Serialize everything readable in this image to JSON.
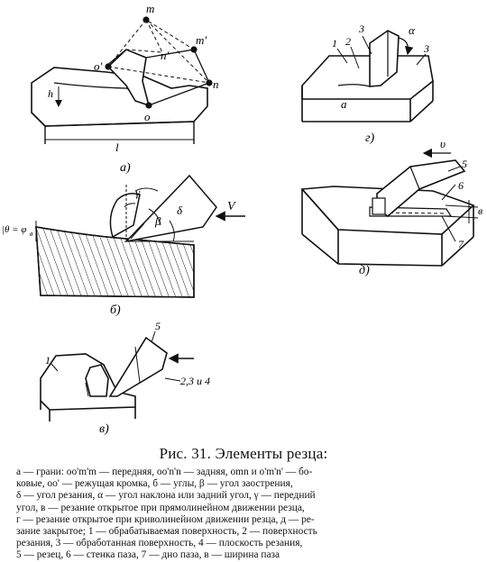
{
  "figure": {
    "panel_labels": [
      "а)",
      "г)",
      "б)",
      "д)",
      "в)"
    ],
    "labels_a": {
      "m": "m",
      "m_prime": "m'",
      "o": "o",
      "o_prime": "o'",
      "n": "n",
      "n_prime": "n'",
      "h": "h",
      "l": "l"
    },
    "labels_g": {
      "one": "1",
      "two": "2",
      "three_top": "3",
      "three_right": "3",
      "alpha": "α",
      "a": "a"
    },
    "labels_b": {
      "gamma": "γ",
      "beta": "β",
      "delta": "δ",
      "V": "V",
      "theta": "|θ = φ",
      "theta_sub": "в"
    },
    "labels_d": {
      "v": "υ",
      "five": "5",
      "six": "6",
      "seven": "7",
      "b": "в"
    },
    "labels_v": {
      "one": "1",
      "five": "5",
      "two_three_four": "2,3 и 4"
    }
  },
  "caption": {
    "title": "Рис. 31. Элементы резца:",
    "lines": [
      "а — грани: oo'm'm — передняя, oo'n'n — задняя, omn и o'm'n' — бо-",
      "ковые, oo' — режущая кромка, б — углы, β — угол заострения,",
      "δ — угол резания, α — угол наклона или задний угол, γ — передний",
      "угол, в — резание открытое при прямолинейном движении резца,",
      "г — резание открытое при криволинейном движении резца, д — ре-",
      "зание закрытое; 1 — обрабатываемая поверхность, 2 — поверхность",
      "резания, 3 — обработанная поверхность, 4 — плоскость резания,",
      "5 — резец, 6 — стенка паза, 7 — дно паза, в — ширина паза"
    ]
  }
}
